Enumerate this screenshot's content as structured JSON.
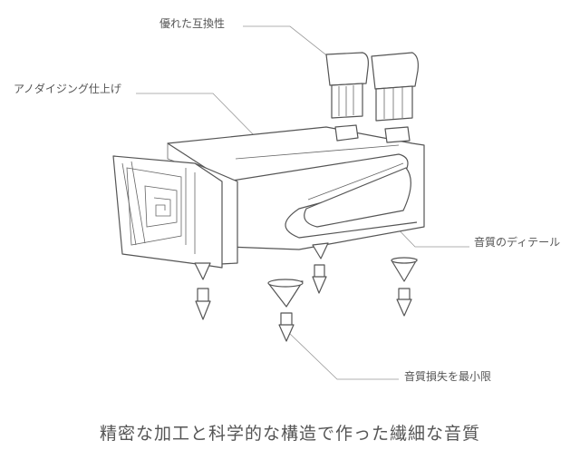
{
  "labels": {
    "compatibility": "優れた互換性",
    "anodizing": "アノダイジング仕上げ",
    "sound_detail": "音質のディテール",
    "loss_minimal": "音質損失を最小限"
  },
  "caption": "精密な加工と科学的な構造で作った繊細な音質"
}
